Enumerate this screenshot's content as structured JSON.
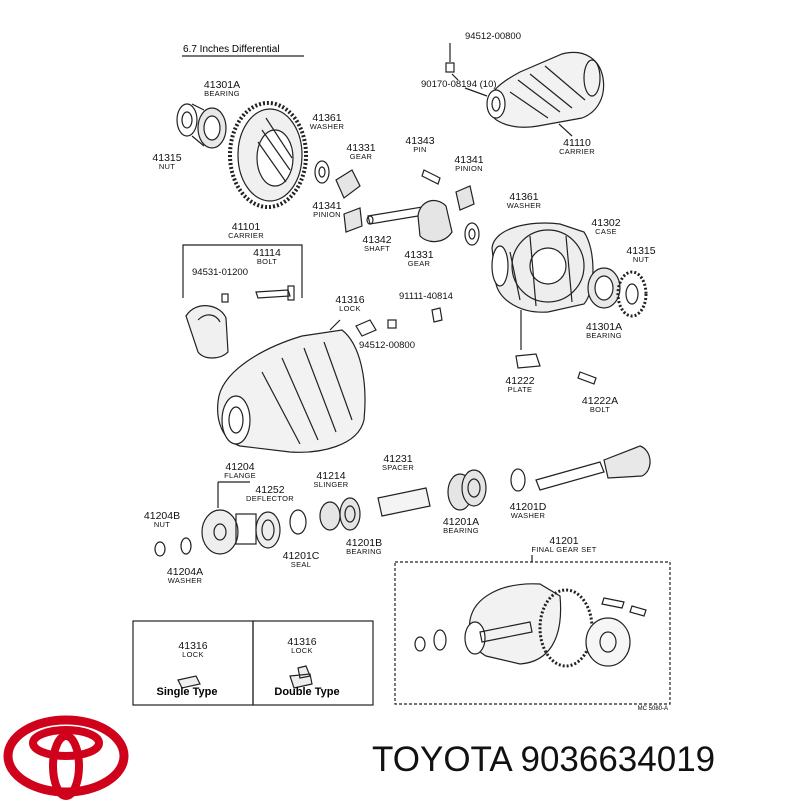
{
  "diagram_title": "6.7 Inches Differential",
  "parts": [
    {
      "key": "p1",
      "number": "94512-00800",
      "name": ""
    },
    {
      "key": "p2",
      "number": "90170-08194 (10)",
      "name": ""
    },
    {
      "key": "p3",
      "number": "41110",
      "name": "CARRIER"
    },
    {
      "key": "p4",
      "number": "41301A",
      "name": "BEARING"
    },
    {
      "key": "p5",
      "number": "41315",
      "name": "NUT"
    },
    {
      "key": "p6",
      "number": "41361",
      "name": "WASHER"
    },
    {
      "key": "p7",
      "number": "41331",
      "name": "GEAR"
    },
    {
      "key": "p8",
      "number": "41343",
      "name": "PIN"
    },
    {
      "key": "p9",
      "number": "41341",
      "name": "PINION"
    },
    {
      "key": "p10",
      "number": "41341",
      "name": "PINION"
    },
    {
      "key": "p11",
      "number": "41342",
      "name": "SHAFT"
    },
    {
      "key": "p12",
      "number": "41331",
      "name": "GEAR"
    },
    {
      "key": "p13",
      "number": "41361",
      "name": "WASHER"
    },
    {
      "key": "p14",
      "number": "41302",
      "name": "CASE"
    },
    {
      "key": "p15",
      "number": "41315",
      "name": "NUT"
    },
    {
      "key": "p16",
      "number": "41101",
      "name": "CARRIER"
    },
    {
      "key": "p17",
      "number": "41114",
      "name": "BOLT"
    },
    {
      "key": "p18",
      "number": "94531-01200",
      "name": ""
    },
    {
      "key": "p19",
      "number": "41316",
      "name": "LOCK"
    },
    {
      "key": "p20",
      "number": "91111-40814",
      "name": ""
    },
    {
      "key": "p21",
      "number": "94512-00800",
      "name": ""
    },
    {
      "key": "p22",
      "number": "41301A",
      "name": "BEARING"
    },
    {
      "key": "p23",
      "number": "41222",
      "name": "PLATE"
    },
    {
      "key": "p24",
      "number": "41222A",
      "name": "BOLT"
    },
    {
      "key": "p25",
      "number": "41204",
      "name": "FLANGE"
    },
    {
      "key": "p26",
      "number": "41252",
      "name": "DEFLECTOR"
    },
    {
      "key": "p27",
      "number": "41214",
      "name": "SLINGER"
    },
    {
      "key": "p28",
      "number": "41231",
      "name": "SPACER"
    },
    {
      "key": "p29",
      "number": "41204B",
      "name": "NUT"
    },
    {
      "key": "p30",
      "number": "41201D",
      "name": "WASHER"
    },
    {
      "key": "p31",
      "number": "41201A",
      "name": "BEARING"
    },
    {
      "key": "p32",
      "number": "41201B",
      "name": "BEARING"
    },
    {
      "key": "p33",
      "number": "41201C",
      "name": "SEAL"
    },
    {
      "key": "p34",
      "number": "41204A",
      "name": "WASHER"
    },
    {
      "key": "p35",
      "number": "41201",
      "name": "FINAL GEAR SET"
    }
  ],
  "lock_types": [
    {
      "number": "41316",
      "name": "LOCK",
      "type": "Single Type"
    },
    {
      "number": "41316",
      "name": "LOCK",
      "type": "Double Type"
    }
  ],
  "drawing_code": "MC 5080-A",
  "brand": {
    "name": "TOYOTA",
    "part_number": "9036634019",
    "logo_color": "#d0021b"
  }
}
